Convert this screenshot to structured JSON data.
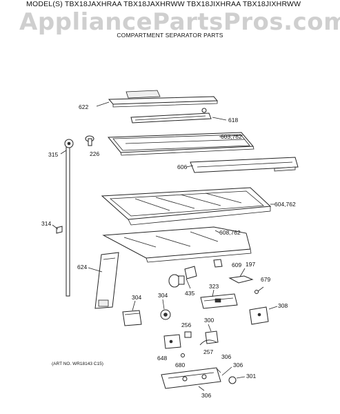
{
  "header": {
    "models": "MODEL(S) TBX18JAXHRAA  TBX18JAXHRWW  TBX18JIXHRAA  TBX18JIXHRWW",
    "watermark": "AppliancePartsPros.com",
    "subtitle": "COMPARTMENT SEPARATOR PARTS"
  },
  "footer": {
    "art_no": "(ART NO. WR18143 C15)"
  },
  "labels": {
    "p622": "622",
    "p618": "618",
    "p226": "226",
    "p315": "315",
    "p603": "603,762",
    "p606": "606",
    "p604": "604,762",
    "p314": "314",
    "p608": "608,762",
    "p624": "624",
    "p609": "609",
    "p197": "197",
    "p679": "679",
    "p435": "435",
    "p323": "323",
    "p304a": "304",
    "p304b": "304",
    "p308": "308",
    "p256": "256",
    "p300": "300",
    "p257": "257",
    "p648": "648",
    "p680": "680",
    "p306a": "306",
    "p306b": "306",
    "p306c": "306",
    "p301": "301"
  }
}
